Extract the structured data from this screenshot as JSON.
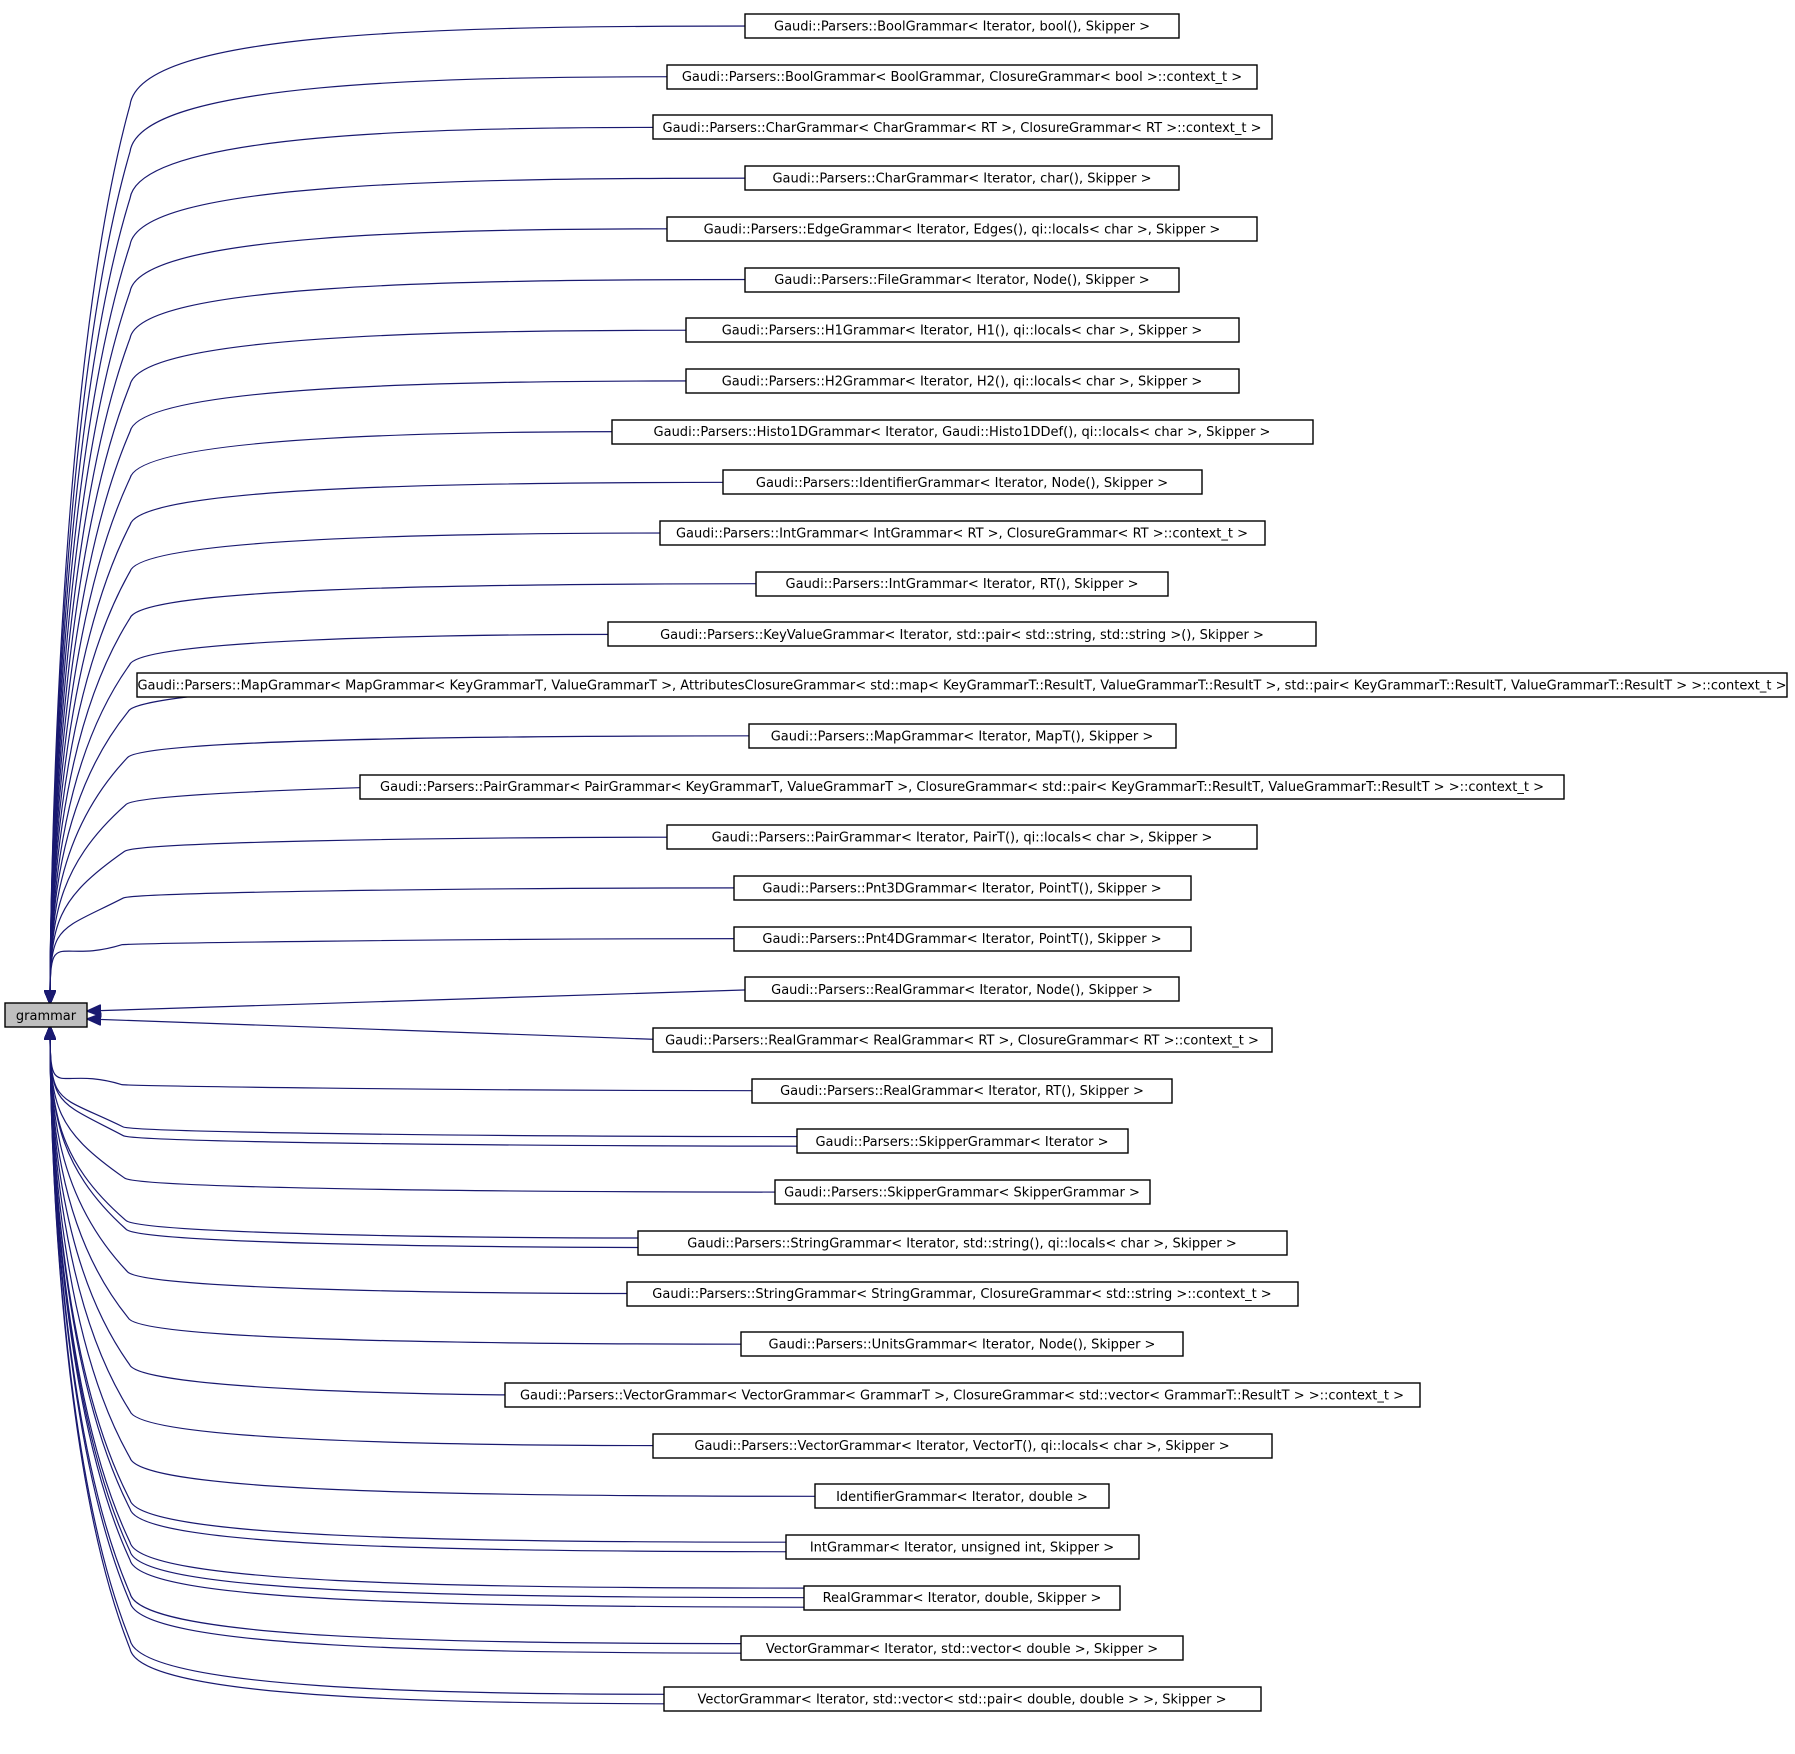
{
  "root": {
    "label": "grammar"
  },
  "colors": {
    "edge": "#191970",
    "root_fill": "#bfbfbf",
    "node_fill": "#ffffff",
    "node_border": "#000000"
  },
  "nodes": [
    {
      "label": "Gaudi::Parsers::BoolGrammar< Iterator, bool(), Skipper >",
      "edges": 1
    },
    {
      "label": "Gaudi::Parsers::BoolGrammar< BoolGrammar, ClosureGrammar< bool >::context_t >",
      "edges": 1
    },
    {
      "label": "Gaudi::Parsers::CharGrammar< CharGrammar< RT >, ClosureGrammar< RT >::context_t >",
      "edges": 1
    },
    {
      "label": "Gaudi::Parsers::CharGrammar< Iterator, char(), Skipper >",
      "edges": 1
    },
    {
      "label": "Gaudi::Parsers::EdgeGrammar< Iterator, Edges(), qi::locals< char >, Skipper >",
      "edges": 1
    },
    {
      "label": "Gaudi::Parsers::FileGrammar< Iterator, Node(), Skipper >",
      "edges": 1
    },
    {
      "label": "Gaudi::Parsers::H1Grammar< Iterator, H1(), qi::locals< char >, Skipper >",
      "edges": 1
    },
    {
      "label": "Gaudi::Parsers::H2Grammar< Iterator, H2(), qi::locals< char >, Skipper >",
      "edges": 1
    },
    {
      "label": "Gaudi::Parsers::Histo1DGrammar< Iterator, Gaudi::Histo1DDef(), qi::locals< char >, Skipper >",
      "edges": 1
    },
    {
      "label": "Gaudi::Parsers::IdentifierGrammar< Iterator, Node(), Skipper >",
      "edges": 1
    },
    {
      "label": "Gaudi::Parsers::IntGrammar< IntGrammar< RT >, ClosureGrammar< RT >::context_t >",
      "edges": 1
    },
    {
      "label": "Gaudi::Parsers::IntGrammar< Iterator, RT(), Skipper >",
      "edges": 1
    },
    {
      "label": "Gaudi::Parsers::KeyValueGrammar< Iterator, std::pair< std::string, std::string >(), Skipper >",
      "edges": 1
    },
    {
      "label": "Gaudi::Parsers::MapGrammar< MapGrammar< KeyGrammarT, ValueGrammarT >, AttributesClosureGrammar< std::map< KeyGrammarT::ResultT, ValueGrammarT::ResultT >, std::pair< KeyGrammarT::ResultT, ValueGrammarT::ResultT > >::context_t >",
      "edges": 1
    },
    {
      "label": "Gaudi::Parsers::MapGrammar< Iterator, MapT(), Skipper >",
      "edges": 1
    },
    {
      "label": "Gaudi::Parsers::PairGrammar< PairGrammar< KeyGrammarT, ValueGrammarT >, ClosureGrammar< std::pair< KeyGrammarT::ResultT, ValueGrammarT::ResultT > >::context_t >",
      "edges": 1
    },
    {
      "label": "Gaudi::Parsers::PairGrammar< Iterator, PairT(), qi::locals< char >, Skipper >",
      "edges": 1
    },
    {
      "label": "Gaudi::Parsers::Pnt3DGrammar< Iterator, PointT(), Skipper >",
      "edges": 1
    },
    {
      "label": "Gaudi::Parsers::Pnt4DGrammar< Iterator, PointT(), Skipper >",
      "edges": 1
    },
    {
      "label": "Gaudi::Parsers::RealGrammar< Iterator, Node(), Skipper >",
      "edges": 1
    },
    {
      "label": "Gaudi::Parsers::RealGrammar< RealGrammar< RT >, ClosureGrammar< RT >::context_t >",
      "edges": 1
    },
    {
      "label": "Gaudi::Parsers::RealGrammar< Iterator, RT(), Skipper >",
      "edges": 1
    },
    {
      "label": "Gaudi::Parsers::SkipperGrammar< Iterator >",
      "edges": 2
    },
    {
      "label": "Gaudi::Parsers::SkipperGrammar< SkipperGrammar >",
      "edges": 1
    },
    {
      "label": "Gaudi::Parsers::StringGrammar< Iterator, std::string(), qi::locals< char >, Skipper >",
      "edges": 2
    },
    {
      "label": "Gaudi::Parsers::StringGrammar< StringGrammar, ClosureGrammar< std::string >::context_t >",
      "edges": 1
    },
    {
      "label": "Gaudi::Parsers::UnitsGrammar< Iterator, Node(), Skipper >",
      "edges": 1
    },
    {
      "label": "Gaudi::Parsers::VectorGrammar< VectorGrammar< GrammarT >, ClosureGrammar< std::vector< GrammarT::ResultT > >::context_t >",
      "edges": 1
    },
    {
      "label": "Gaudi::Parsers::VectorGrammar< Iterator, VectorT(), qi::locals< char >, Skipper >",
      "edges": 1
    },
    {
      "label": "IdentifierGrammar< Iterator, double >",
      "edges": 1
    },
    {
      "label": "IntGrammar< Iterator, unsigned int, Skipper >",
      "edges": 2
    },
    {
      "label": "RealGrammar< Iterator, double, Skipper >",
      "edges": 3
    },
    {
      "label": "VectorGrammar< Iterator, std::vector< double >, Skipper >",
      "edges": 2
    },
    {
      "label": "VectorGrammar< Iterator, std::vector< std::pair< double, double > >, Skipper >",
      "edges": 2
    }
  ]
}
